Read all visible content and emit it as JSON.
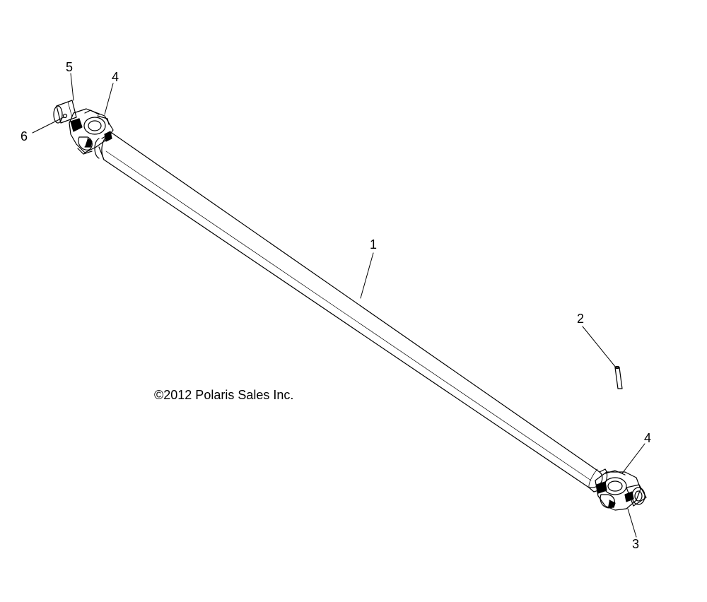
{
  "diagram": {
    "callouts": [
      {
        "id": "c1",
        "label": "1"
      },
      {
        "id": "c2",
        "label": "2"
      },
      {
        "id": "c3",
        "label": "3"
      },
      {
        "id": "c4a",
        "label": "4"
      },
      {
        "id": "c4b",
        "label": "4"
      },
      {
        "id": "c5",
        "label": "5"
      },
      {
        "id": "c6",
        "label": "6"
      }
    ],
    "copyright": "©2012 Polaris Sales Inc."
  }
}
